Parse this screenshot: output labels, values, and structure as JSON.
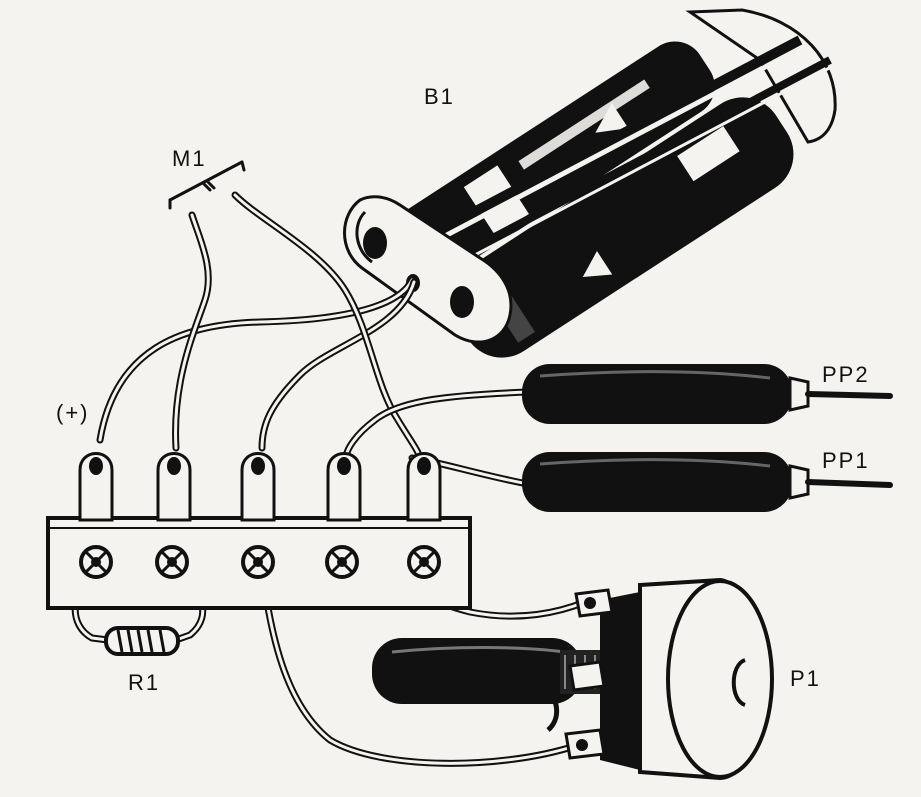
{
  "labels": {
    "battery": "B1",
    "meter": "M1",
    "plus": "(+)",
    "probe2": "PP2",
    "probe1": "PP1",
    "resistor": "R1",
    "pot": "P1"
  },
  "colors": {
    "ink": "#111111",
    "paper": "#f4f3ef"
  }
}
